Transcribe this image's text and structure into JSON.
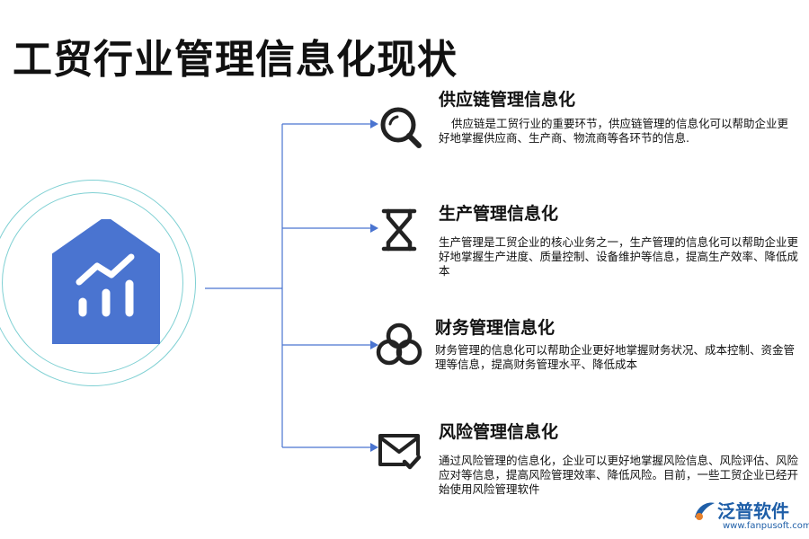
{
  "title": "工贸行业管理信息化现状",
  "items": [
    {
      "title": "供应链管理信息化",
      "icon": "search-icon",
      "desc": "供应链是工贸行业的重要环节，供应链管理的信息化可以帮助企业更好地掌握供应商、生产商、物流商等各环节的信息."
    },
    {
      "title": "生产管理信息化",
      "icon": "hourglass-icon",
      "desc": "生产管理是工贸企业的核心业务之一，生产管理的信息化可以帮助企业更好地掌握生产进度、质量控制、设备维护等信息，提高生产效率、降低成本"
    },
    {
      "title": "财务管理信息化",
      "icon": "circles-icon",
      "desc": "财务管理的信息化可以帮助企业更好地掌握财务状况、成本控制、资金管理等信息，提高财务管理水平、降低成本"
    },
    {
      "title": "风险管理信息化",
      "icon": "mail-check-icon",
      "desc": "通过风险管理的信息化，企业可以更好地掌握风险信息、风险评估、风险应对等信息，提高风险管理效率、降低风险。目前，一些工贸企业已经开始使用风险管理软件"
    }
  ],
  "logo": {
    "name": "泛普软件",
    "url": "www.fanpusoft.com"
  },
  "colors": {
    "hub_blue": "#4a74d0",
    "ring": "#7fd0d3",
    "connector": "#4a74d0",
    "logo": "#1f5fa8"
  }
}
